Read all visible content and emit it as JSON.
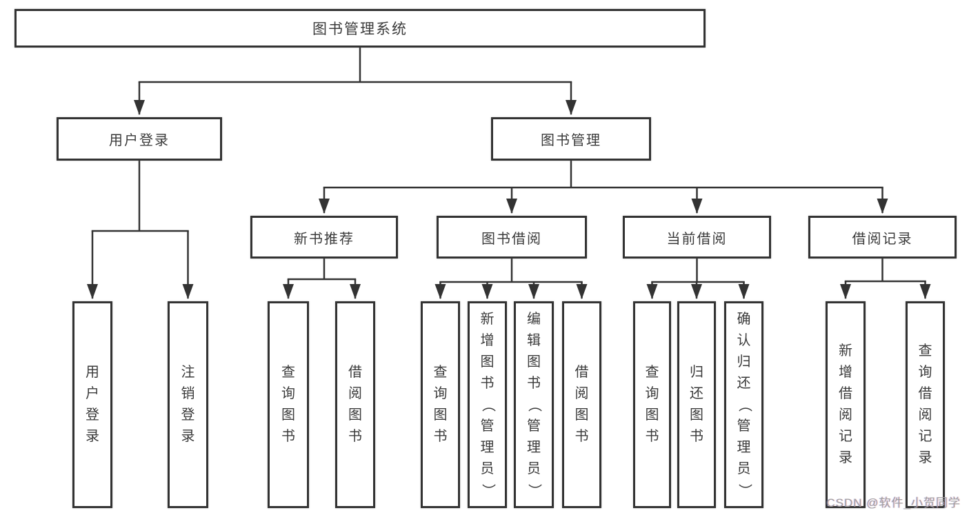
{
  "diagram": {
    "title": "图书管理系统",
    "type": "tree",
    "line_color": "#333333",
    "box_border_color": "#333333",
    "text_color": "#3a3a3a",
    "nodes": [
      {
        "id": "root",
        "label": "图书管理系统",
        "orient": "h"
      },
      {
        "id": "user-login",
        "label": "用户登录",
        "orient": "h"
      },
      {
        "id": "book-mgmt",
        "label": "图书管理",
        "orient": "h"
      },
      {
        "id": "new-book-rec",
        "label": "新书推荐",
        "orient": "h"
      },
      {
        "id": "book-borrow",
        "label": "图书借阅",
        "orient": "h"
      },
      {
        "id": "current-borrow",
        "label": "当前借阅",
        "orient": "h"
      },
      {
        "id": "borrow-records",
        "label": "借阅记录",
        "orient": "h"
      },
      {
        "id": "leaf-user-login",
        "label": "用户登录",
        "orient": "v"
      },
      {
        "id": "leaf-logout-login",
        "label": "注销登录",
        "orient": "v"
      },
      {
        "id": "leaf-query-book-rec",
        "label": "查询图书",
        "orient": "v"
      },
      {
        "id": "leaf-borrow-book-rec",
        "label": "借阅图书",
        "orient": "v"
      },
      {
        "id": "leaf-query-book-borrow",
        "label": "查询图书",
        "orient": "v"
      },
      {
        "id": "leaf-add-book",
        "label": "新增图书（管理员）",
        "orient": "v"
      },
      {
        "id": "leaf-edit-book",
        "label": "编辑图书（管理员）",
        "orient": "v"
      },
      {
        "id": "leaf-borrow-book",
        "label": "借阅图书",
        "orient": "v"
      },
      {
        "id": "leaf-query-book-current",
        "label": "查询图书",
        "orient": "v"
      },
      {
        "id": "leaf-return-book",
        "label": "归还图书",
        "orient": "v"
      },
      {
        "id": "leaf-confirm-return",
        "label": "确认归还（管理员）",
        "orient": "v"
      },
      {
        "id": "leaf-add-borrow-record",
        "label": "新增借阅记录",
        "orient": "v"
      },
      {
        "id": "leaf-query-borrow-record",
        "label": "查询借阅记录",
        "orient": "v"
      }
    ],
    "edges": [
      {
        "from": "root",
        "to": [
          "user-login",
          "book-mgmt"
        ]
      },
      {
        "from": "user-login",
        "to": [
          "leaf-user-login",
          "leaf-logout-login"
        ]
      },
      {
        "from": "book-mgmt",
        "to": [
          "new-book-rec",
          "book-borrow",
          "current-borrow",
          "borrow-records"
        ]
      },
      {
        "from": "new-book-rec",
        "to": [
          "leaf-query-book-rec",
          "leaf-borrow-book-rec"
        ]
      },
      {
        "from": "book-borrow",
        "to": [
          "leaf-query-book-borrow",
          "leaf-add-book",
          "leaf-edit-book",
          "leaf-borrow-book"
        ]
      },
      {
        "from": "current-borrow",
        "to": [
          "leaf-query-book-current",
          "leaf-return-book",
          "leaf-confirm-return"
        ]
      },
      {
        "from": "borrow-records",
        "to": [
          "leaf-add-borrow-record",
          "leaf-query-borrow-record"
        ]
      }
    ]
  },
  "watermark": "CSDN @软件_小贺同学"
}
